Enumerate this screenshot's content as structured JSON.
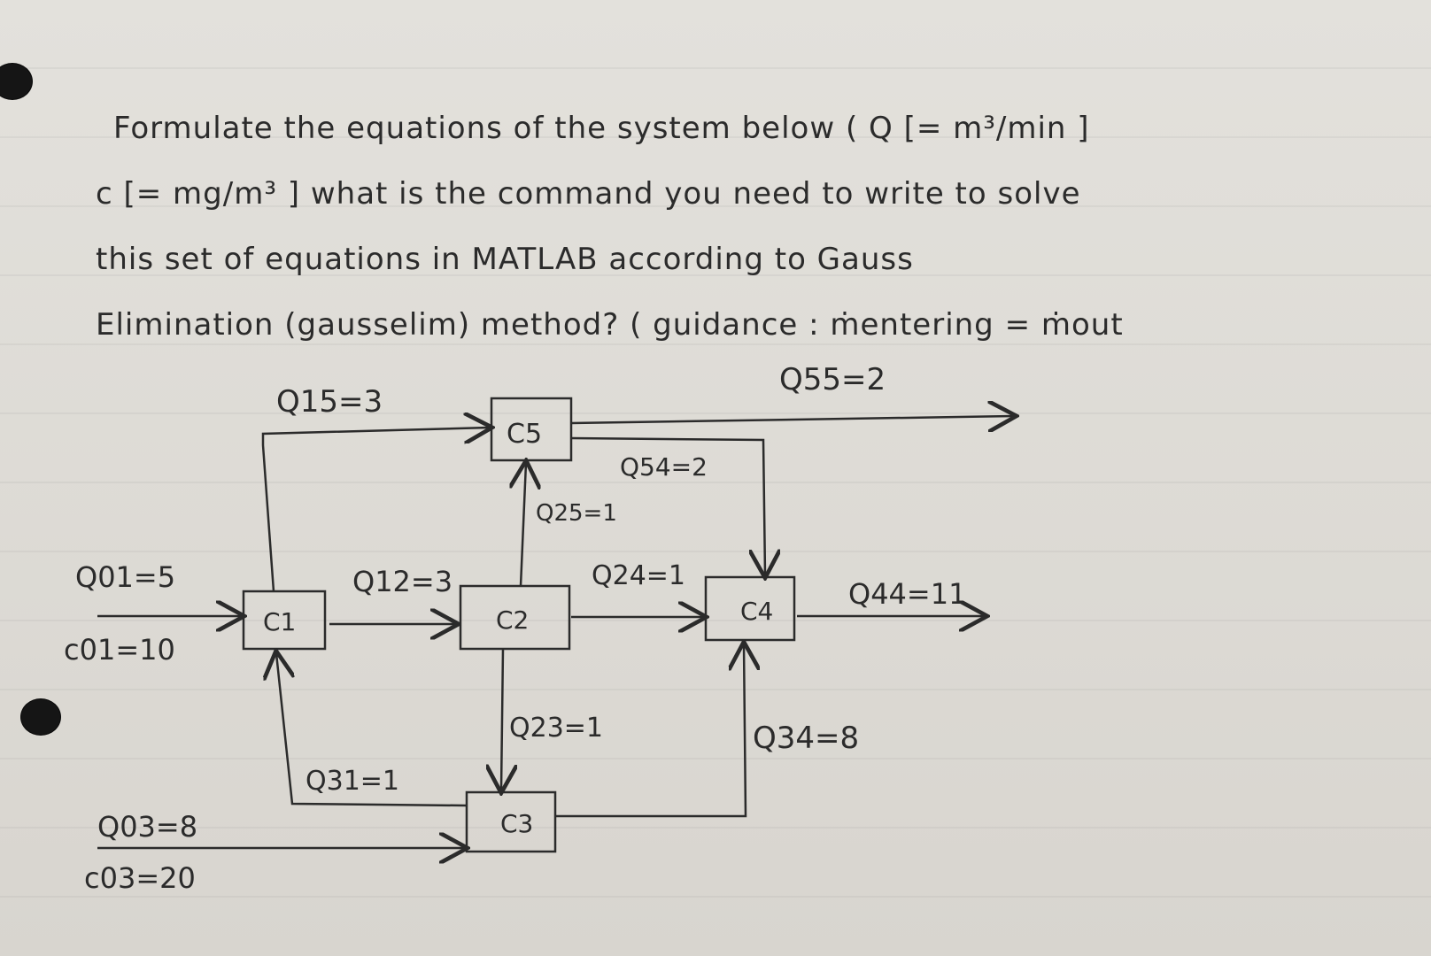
{
  "problem": {
    "lines": [
      "Formulate the equations of the system below ( Q [= m³/min ]",
      "c [= mg/m³ ] what is the command you need to write to solve",
      "this set of equations in MATLAB according to Gauss",
      "Elimination (gausselim) method? ( guidance : ṁentering = ṁout"
    ]
  },
  "diagram": {
    "nodes": {
      "c1": "C1",
      "c2": "C2",
      "c3": "C3",
      "c4": "C4",
      "c5": "C5"
    },
    "labels": {
      "q15": "Q15=3",
      "q55": "Q55=2",
      "q54": "Q54=2",
      "q25": "Q25=1",
      "q01": "Q01=5",
      "c01": "c01=10",
      "q12": "Q12=3",
      "q24": "Q24=1",
      "q44": "Q44=11",
      "q23": "Q23=1",
      "q34": "Q34=8",
      "q31": "Q31=1",
      "q03": "Q03=8",
      "c03": "c03=20"
    }
  }
}
